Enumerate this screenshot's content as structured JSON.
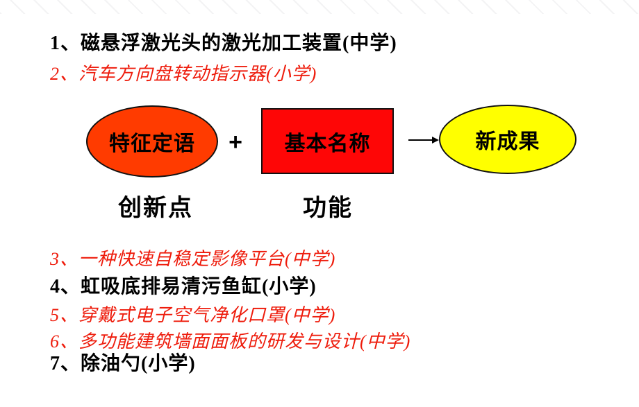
{
  "slide": {
    "items": [
      {
        "label": "1、磁悬浮激光头的激光加工装置(中学)",
        "style": "black"
      },
      {
        "label": "2、汽车方向盘转动指示器(小学)",
        "style": "red"
      },
      {
        "label": "3、一种快速自稳定影像平台(中学)",
        "style": "red"
      },
      {
        "label": "4、虹吸底排易清污鱼缸(小学)",
        "style": "black"
      },
      {
        "label": "5、穿戴式电子空气净化口罩(中学)",
        "style": "red"
      },
      {
        "label": "6、多功能建筑墙面面板的研发与设计(中学)",
        "style": "red"
      },
      {
        "label": "7、除油勺(小学)",
        "style": "black"
      }
    ],
    "diagram": {
      "left_ellipse_label": "特征定语",
      "operator": "+",
      "rect_label": "基本名称",
      "right_ellipse_label": "新成果",
      "caption_left": "创新点",
      "caption_right": "功能"
    },
    "colors": {
      "red_text": "#ee1c0c",
      "black_text": "#000000",
      "left_ellipse_fill": "#ff3b00",
      "rect_fill": "#fe0606",
      "right_ellipse_fill": "#ffff00",
      "shape_outline": "#111111"
    }
  }
}
